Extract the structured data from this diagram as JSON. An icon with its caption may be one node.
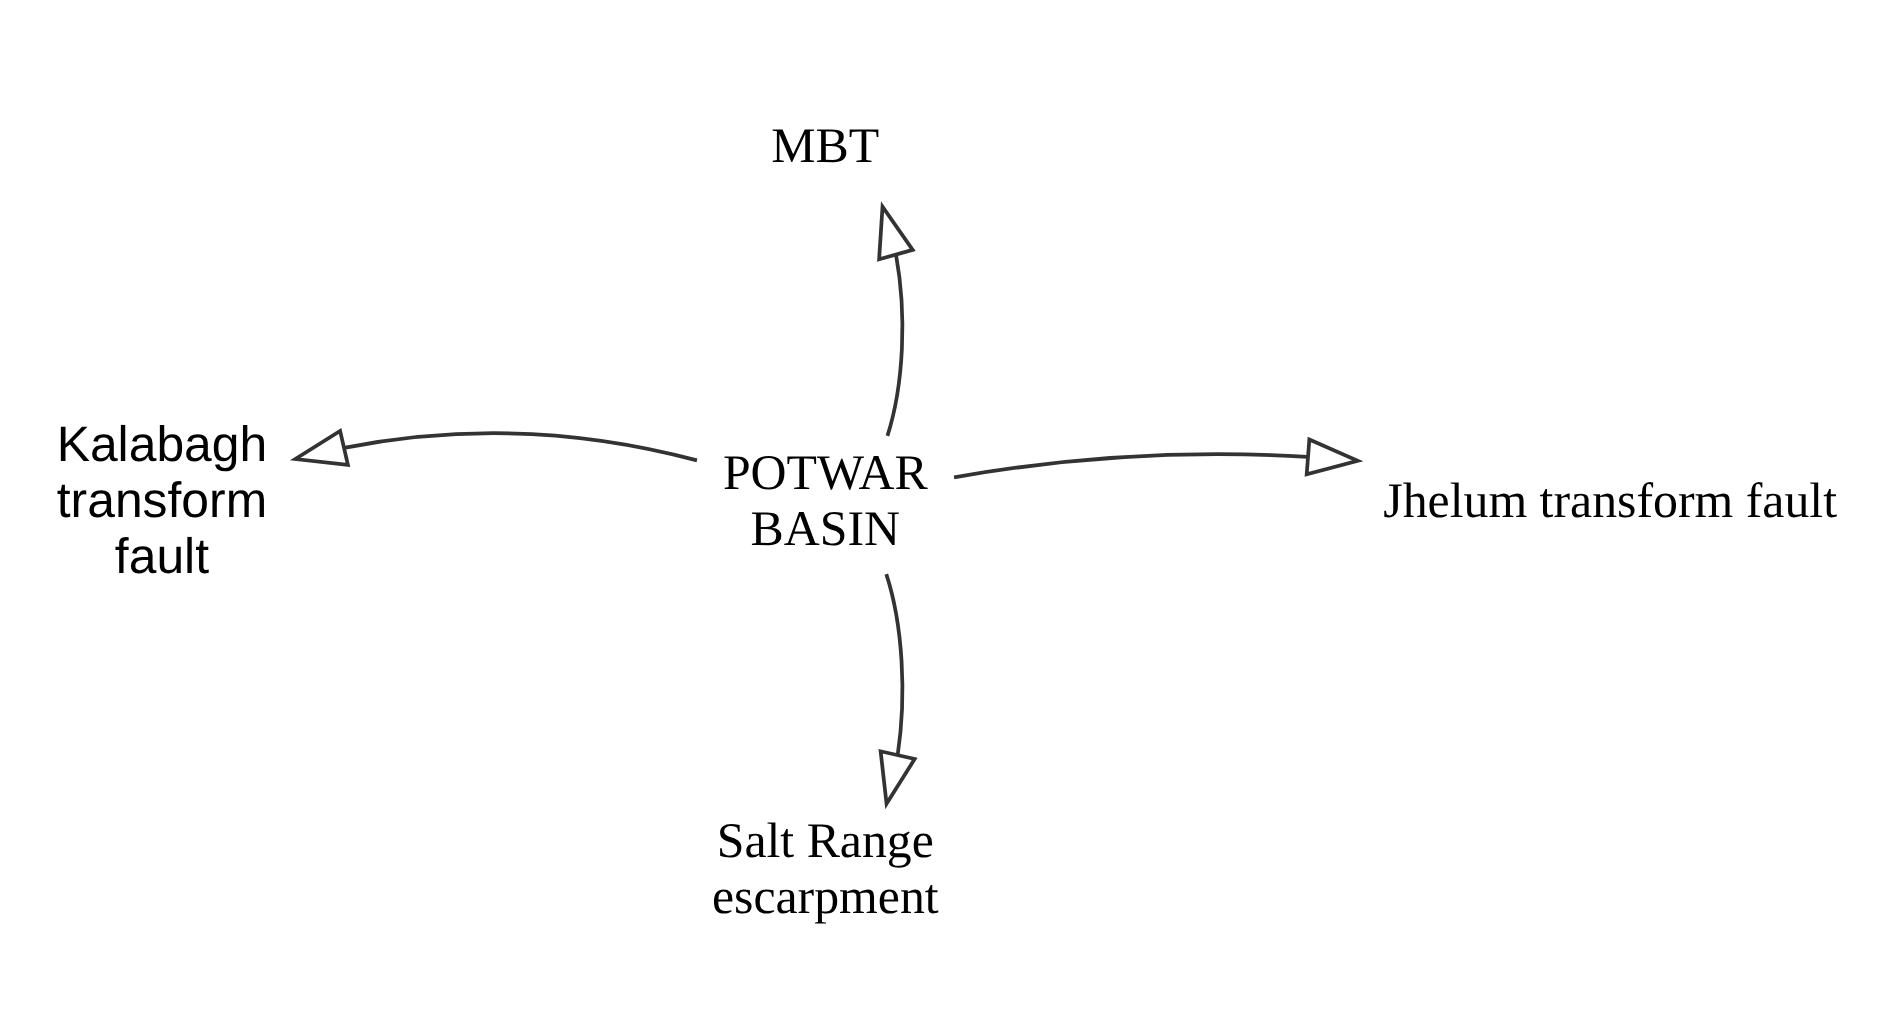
{
  "diagram": {
    "nodes": [
      {
        "text": [
          "POTWAR BASIN"
        ]
      },
      {
        "text": [
          "MBT"
        ]
      },
      {
        "text": [
          "Kalabagh transform fault"
        ]
      },
      {
        "text": [
          "Jhelum transform fault"
        ]
      },
      {
        "text": [
          "Salt Range escarpment"
        ]
      }
    ],
    "edges": [
      {
        "from": 0,
        "to": 1,
        "arrow": "to"
      },
      {
        "from": 0,
        "to": 2,
        "arrow": "to"
      },
      {
        "from": 0,
        "to": 3,
        "arrow": "to"
      },
      {
        "from": 0,
        "to": 4,
        "arrow": "to"
      }
    ]
  }
}
